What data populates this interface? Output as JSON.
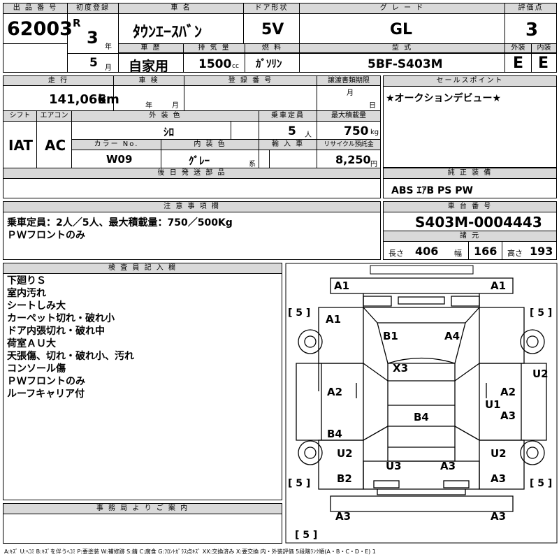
{
  "header": {
    "lot_label": "出 品 番 号",
    "lot_value": "62003",
    "first_reg_label": "初度登録",
    "era": "R",
    "year_value": "3",
    "year_unit": "年",
    "month_value": "5",
    "month_unit": "月",
    "name_label": "車 名",
    "name_value": "ﾀｳﾝｴｰｽﾊﾞﾝ",
    "door_label": "ドア形状",
    "door_value": "5V",
    "grade_label": "グ レ ー ド",
    "grade_value": "GL",
    "score_label": "評価点",
    "score_value": "3",
    "history_label": "車 歴",
    "history_value": "自家用",
    "displacement_label": "排 気 量",
    "displacement_value": "1500",
    "displacement_unit": "cc",
    "fuel_label": "燃 料",
    "fuel_value": "ｶﾞｿﾘﾝ",
    "model_label": "型 式",
    "model_value": "5BF-S403M",
    "exterior_label": "外装",
    "exterior_value": "E",
    "interior_label": "内装",
    "interior_value": "E"
  },
  "details": {
    "mileage_label": "走 行",
    "mileage_value": "141,066",
    "mileage_unit": "km",
    "inspection_label": "車 検",
    "inspection_year_unit": "年",
    "inspection_month_unit": "月",
    "regno_label": "登 録 番 号",
    "transfer_label": "譲渡書類期限",
    "transfer_month_unit": "月",
    "transfer_day_unit": "日",
    "shift_label": "シフト",
    "shift_value": "IAT",
    "ac_label": "エアコン",
    "ac_value": "AC",
    "ext_color_label": "外 装 色",
    "ext_color_value": "ｼﾛ",
    "capacity_label": "乗車定員",
    "capacity_value": "5",
    "capacity_unit": "人",
    "load_label": "最大積載量",
    "load_value": "750",
    "load_unit": "kg",
    "color_no_label": "カラー No.",
    "color_no_value": "W09",
    "int_color_label": "内 装 色",
    "int_color_value": "ｸﾞﾚｰ",
    "int_color_unit": "系",
    "import_label": "輸 入 車",
    "recycle_label": "リサイクル預託金",
    "recycle_value": "8,250",
    "recycle_unit": "円",
    "later_parts_label": "後 日 発 送 部 品"
  },
  "sales_point": {
    "label": "セールスポイント",
    "text": "★オークションデビュー★"
  },
  "equipment": {
    "label": "純 正 装 備",
    "value": "ABS ｴｱB PS PW"
  },
  "caution": {
    "label": "注 意 事 項 欄",
    "lines": [
      "乗車定員：2人／5人、最大積載量：750／500Kg",
      "ＰＷフロントのみ"
    ]
  },
  "chassis": {
    "label": "車 台 番 号",
    "value": "S403M-0004443"
  },
  "specs": {
    "label": "諸 元",
    "length_label": "長さ",
    "length_value": "406",
    "width_label": "幅",
    "width_value": "166",
    "height_label": "高さ",
    "height_value": "193"
  },
  "inspector": {
    "label": "検 査 員 記 入 欄",
    "lines": [
      "下廻りＳ",
      "室内汚れ",
      "シートしみ大",
      "カーペット切れ・破れ小",
      "ドア内張切れ・破れ中",
      "荷室ＡＵ大",
      "天張傷、切れ・破れ小、汚れ",
      "コンソール傷",
      "ＰＷフロントのみ",
      "ルーフキャリア付"
    ]
  },
  "office": {
    "label": "事 務 局 よ り ご 案 内"
  },
  "legend": "A:ｷｽﾞ  U:ﾍｺﾐ  B:ｷｽﾞを伴うﾍｺﾐ  P:要塗装  W:補修跡  S:錆  C:腐食  G:ﾌﾛﾝﾄｶﾞﾗｽ点ｷｽﾞ  XX:交換済み  X:要交換  内・外装評価  5段階ﾗﾝｸ順(A・B・C・D・E) 1",
  "diagram": {
    "marks": {
      "a1_left": "A1",
      "a1_right": "A1",
      "a1_fender": "A1",
      "b1": "B1",
      "a4": "A4",
      "x3": "X3",
      "a2_left": "A2",
      "a2_right": "A2",
      "u2_right": "U2",
      "u1": "U1",
      "a3_right": "A3",
      "b4_roof": "B4",
      "b4_side": "B4",
      "u2_rl": "U2",
      "u2_rr": "U2",
      "u3": "U3",
      "a3_rear": "A3",
      "b2": "B2",
      "a3_rr": "A3",
      "a3_bl": "A3",
      "a3_br": "A3"
    },
    "tire_tl": "[ 5 ]",
    "tire_tr": "[ 5 ]",
    "tire_bl": "[ 5 ]",
    "tire_br": "[ 5 ]",
    "tire_spare": "[ 5 ]"
  }
}
